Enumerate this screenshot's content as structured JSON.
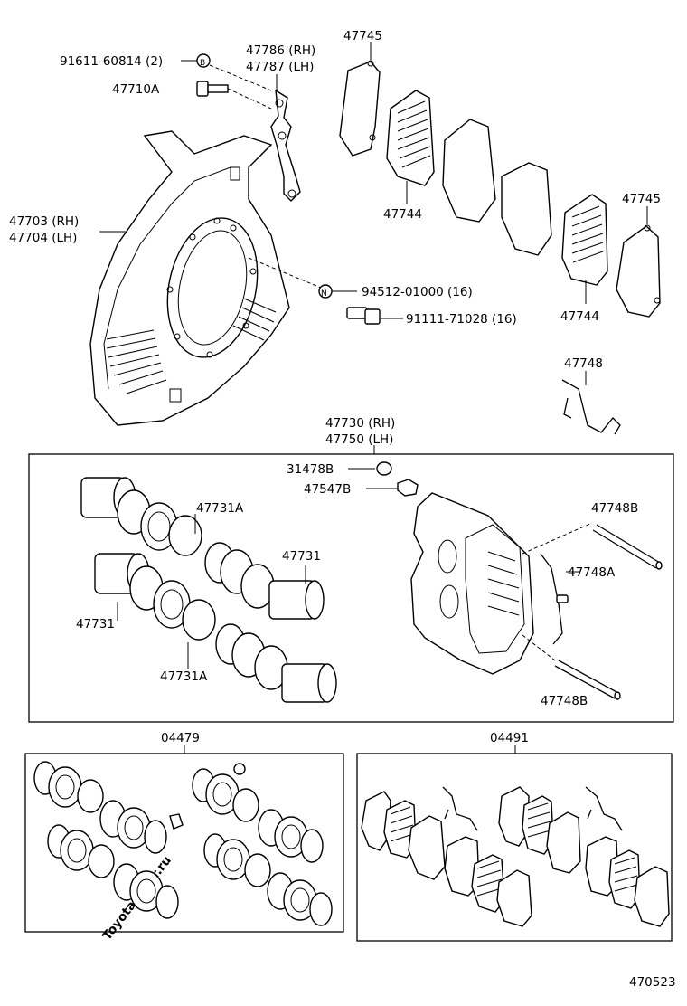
{
  "watermark": "ToyotaMiner.ru",
  "figure_number": "470523",
  "labels": {
    "l_91611": "91611-60814 (2)",
    "l_B": "B",
    "l_47710A": "47710A",
    "l_47786": "47786 (RH)",
    "l_47787": "47787 (LH)",
    "l_47745a": "47745",
    "l_47703": "47703 (RH)",
    "l_47704": "47704 (LH)",
    "l_47744a": "47744",
    "l_47745b": "47745",
    "l_N": "N",
    "l_94512": "94512-01000 (16)",
    "l_91111": "91111-71028 (16)",
    "l_47744b": "47744",
    "l_47748": "47748",
    "l_47730": "47730 (RH)",
    "l_47750": "47750 (LH)",
    "l_31478B": "31478B",
    "l_47547B": "47547B",
    "l_47731Aa": "47731A",
    "l_47731a": "47731",
    "l_47748Ba": "47748B",
    "l_47748A": "47748A",
    "l_47731b": "47731",
    "l_47731Ab": "47731A",
    "l_47748Bb": "47748B",
    "l_04479": "04479",
    "l_04491": "04491"
  }
}
